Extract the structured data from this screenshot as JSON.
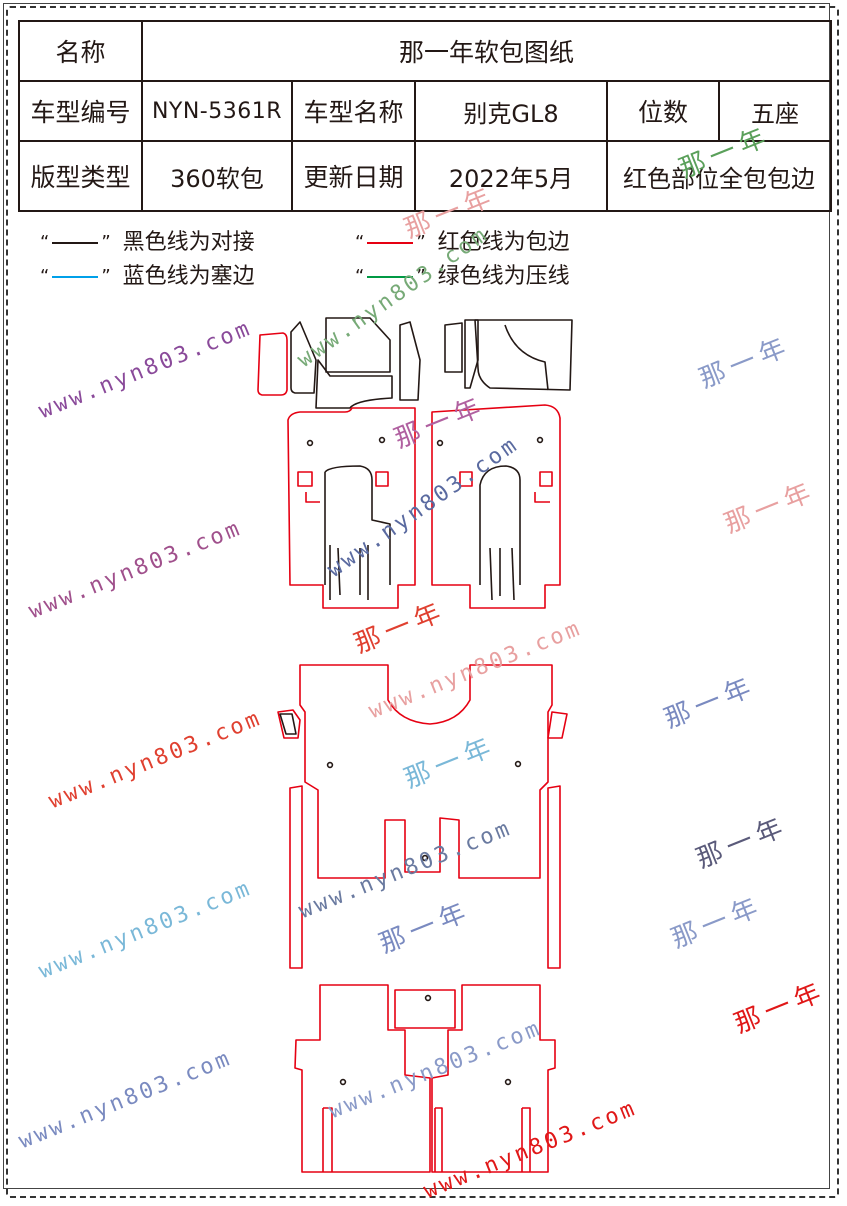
{
  "table": {
    "name_label": "名称",
    "title": "那一年软包图纸",
    "model_code_label": "车型编号",
    "model_code": "NYN-5361R",
    "model_name_label": "车型名称",
    "model_name": "别克GL8",
    "seats_label": "位数",
    "seats": "五座",
    "pattern_type_label": "版型类型",
    "pattern_type": "360软包",
    "update_label": "更新日期",
    "update_date": "2022年5月",
    "note": "红色部位全包包边"
  },
  "legend": {
    "quote_open": "“",
    "quote_close": "”",
    "items": [
      {
        "color": "#231815",
        "label": "黑色线为对接"
      },
      {
        "color": "#e60012",
        "label": "红色线为包边"
      },
      {
        "color": "#00a0e9",
        "label": "蓝色线为塞边"
      },
      {
        "color": "#009944",
        "label": "绿色线为压线"
      }
    ]
  },
  "watermarks": {
    "url": "www.nyn803.com",
    "brand": "那一年"
  },
  "colors": {
    "black_line": "#231815",
    "red_line": "#e60012",
    "blue_line": "#00a0e9",
    "green_line": "#009944"
  }
}
